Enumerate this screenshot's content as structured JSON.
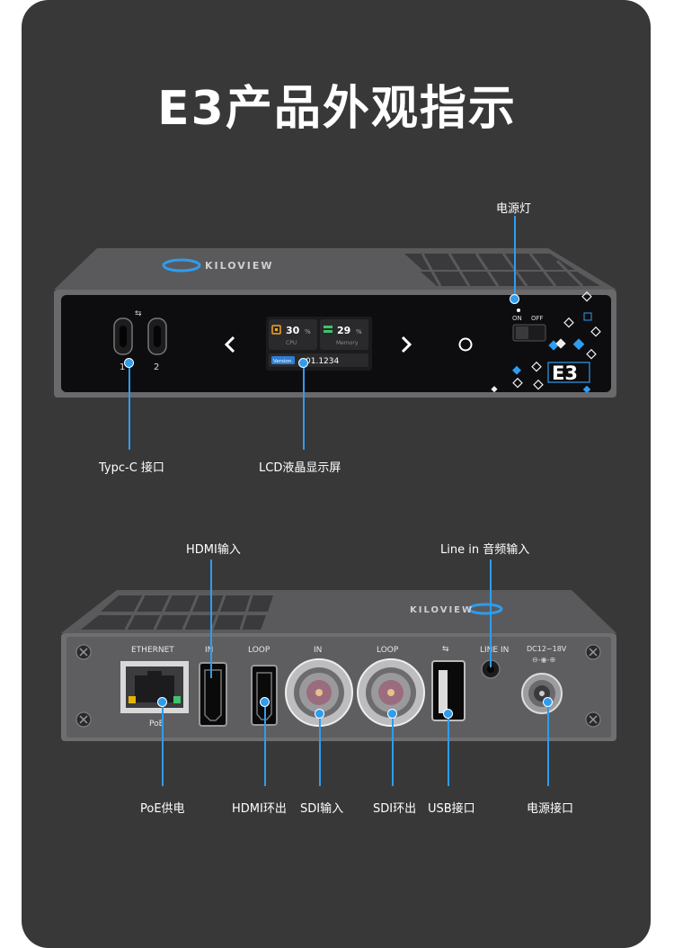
{
  "title": "E3产品外观指示",
  "front": {
    "brand": "KILOVIEW",
    "port1": "1",
    "port2": "2",
    "cpu_value": "30",
    "cpu_unit": "%",
    "cpu_label": "CPU",
    "mem_value": "29",
    "mem_unit": "%",
    "mem_label": "Memory",
    "version_badge": "Version",
    "version_value": "01.1234",
    "switch_on": "ON",
    "switch_off": "OFF",
    "model": "E3",
    "callouts": {
      "power_light": "电源灯",
      "typec": "Typc-C 接口",
      "lcd": "LCD液晶显示屏"
    }
  },
  "rear": {
    "brand": "KILOVIEW",
    "ethernet": "ETHERNET",
    "poe": "PoE",
    "hdmi_in": "IN",
    "hdmi_loop": "LOOP",
    "sdi_in": "IN",
    "sdi_loop": "LOOP",
    "line_in": "LINE IN",
    "dc": "DC12~18V",
    "callouts": {
      "hdmi_input": "HDMI输入",
      "line_in_audio": "Line in 音频输入",
      "poe_power": "PoE供电",
      "hdmi_loop": "HDMI环出",
      "sdi_input": "SDI输入",
      "sdi_loop": "SDI环出",
      "usb": "USB接口",
      "power_port": "电源接口"
    }
  },
  "colors": {
    "background": "#383838",
    "accent": "#2d9df0",
    "cpu": "#f5a623",
    "memory": "#3ec46d"
  }
}
